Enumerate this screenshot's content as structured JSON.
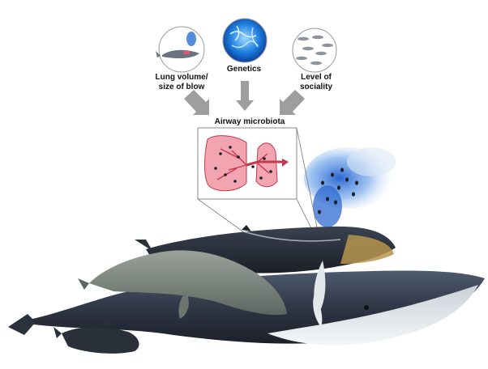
{
  "factors": [
    {
      "id": "lung",
      "label_line1": "Lung volume/",
      "label_line2": "size of blow",
      "icon": "whale-blow-icon"
    },
    {
      "id": "genetics",
      "label": "Genetics",
      "icon": "bacteria-culture-icon"
    },
    {
      "id": "sociality",
      "label_line1": "Level of",
      "label_line2": "sociality",
      "icon": "whale-pod-icon"
    }
  ],
  "center": {
    "label": "Airway microbiota",
    "icon": "lungs-icon"
  },
  "colors": {
    "arrow": "#9e9e9e",
    "lung_fill": "#f2a5b0",
    "lung_stroke": "#c23a4d",
    "blow_blue": "#2a6fd6",
    "genetics_blue": "#1e7fe0",
    "whale_body": "#3d4656",
    "whale_belly": "#e8ecef"
  }
}
